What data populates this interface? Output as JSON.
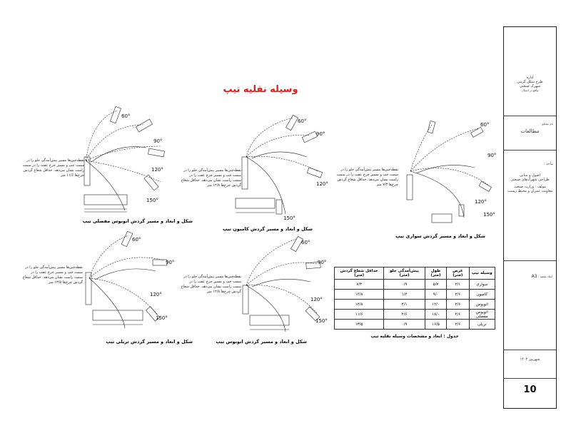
{
  "page_title": "وسیله نقلیه تیپ",
  "diagrams": [
    {
      "id": "articulated-bus",
      "caption": "شکل و ابعاد و مسیر گردش اتوبوس مفصلی تیپ",
      "note": "نقطه‌چین‌ها مسیر پیش‌آمدگی جلو را در سمت چپ و مسیر چرخ عقب را در سمت راست نشان می‌دهد. حداقل شعاع گردش چرخ‌ها ۱۱/۶ متر",
      "angles": [
        "60°",
        "90°",
        "120°",
        "150°"
      ]
    },
    {
      "id": "truck",
      "caption": "شکل و ابعاد و مسیر گردش کامیون تیپ",
      "note": "نقطه‌چین‌ها مسیر پیش‌آمدگی جلو را در سمت چپ و مسیر چرخ عقب را در سمت راست نشان می‌دهد. حداقل شعاع گردش چرخ‌ها ۱۲/۸ متر",
      "angles": [
        "60°",
        "90°",
        "120°",
        "150°"
      ]
    },
    {
      "id": "car",
      "caption": "شکل و ابعاد و مسیر گردش سواری تیپ",
      "note": "نقطه‌چین‌ها مسیر پیش‌آمدگی جلو را در سمت چپ و مسیر چرخ عقب را در سمت راست نشان می‌دهد. حداقل شعاع گردش چرخ‌ها ۷/۳ متر",
      "angles": [
        "60°",
        "90°",
        "120°",
        "150°"
      ]
    },
    {
      "id": "trailer-truck",
      "caption": "شکل و ابعاد و مسیر گردش تریلی تیپ",
      "note": "نقطه‌چین‌ها مسیر پیش‌آمدگی جلو را در سمت چپ و مسیر چرخ عقب را در سمت راست نشان می‌دهد. حداقل شعاع گردش چرخ‌ها ۱۳/۵ متر",
      "angles": [
        "60°",
        "90°",
        "120°",
        "150°"
      ]
    },
    {
      "id": "bus",
      "caption": "شکل و ابعاد و مسیر گردش اتوبوس تیپ",
      "note": "نقطه‌چین‌ها مسیر پیش‌آمدگی جلو را در سمت چپ و مسیر چرخ عقب را در سمت راست نشان می‌دهد. حداقل شعاع گردش چرخ‌ها ۱۲/۸ متر",
      "angles": [
        "60°",
        "90°",
        "120°",
        "150°"
      ]
    }
  ],
  "spec_table": {
    "caption": "جدول : ابعاد و مشخصات وسیله نقلیه تیپ",
    "headers": [
      "وسیله تیپ",
      "عرض (متر)",
      "طول (متر)",
      "پیش‌آمدگی جلو (متر)",
      "حداقل شعاع گردش (متر)"
    ],
    "rows": [
      [
        "سواری",
        "۲/۱",
        "۵/۷",
        "۰/۹",
        "۷/۳"
      ],
      [
        "کامیون",
        "۲/۶",
        "۹/۰",
        "۱/۲",
        "۱۲/۸"
      ],
      [
        "اتوبوس",
        "۲/۶",
        "۱۲/۰",
        "۲/۱",
        "۱۲/۸"
      ],
      [
        "اتوبوس مفصلی",
        "۲/۶",
        "۱۸/۰",
        "۲/۶",
        "۱۱/۶"
      ],
      [
        "تریلی",
        "۲/۶",
        "۱۶/۵",
        "۰/۹",
        "۱۳/۵"
      ]
    ]
  },
  "title_block": {
    "org_line1": "اداره",
    "org_line2": "طرح شکل‌ گزینی",
    "org_line3": "شهرک صنعتی",
    "org_line4": "واقع در استان",
    "study_label": "نام مقطع :",
    "study_value": "مطالعات",
    "client_label": "مأخذ :",
    "client_line1": "اصول و مبانی",
    "client_line2": "طراحی شهرک‌های صنعتی",
    "client_line3": "مولف : وزارت صنعت",
    "client_line4": "معاونت عمران و محیط زیست",
    "sheet_size_label": "ابعاد نقشه :",
    "sheet_size_value": "A3",
    "date_value": "شهریور ۱۴۰۴",
    "page_number": "10"
  }
}
